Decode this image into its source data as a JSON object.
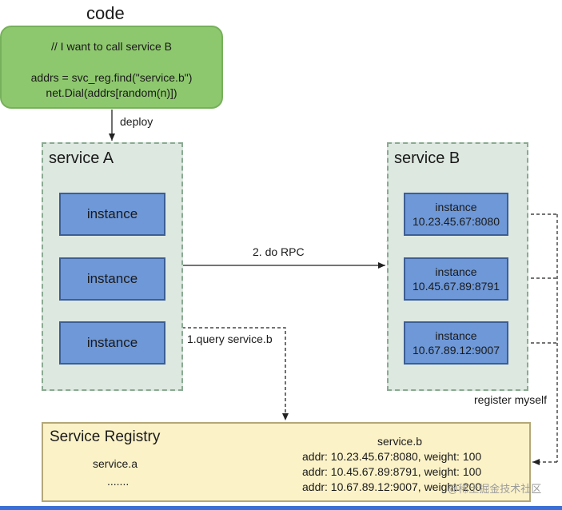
{
  "code": {
    "title": "code",
    "lines": [
      "// I want to call service B",
      "addrs = svc_reg.find(\"service.b\")",
      "net.Dial(addrs[random(n)])"
    ]
  },
  "labels": {
    "deploy": "deploy",
    "do_rpc": "2. do RPC",
    "query": "1.query service.b",
    "register": "register myself"
  },
  "service_a": {
    "title": "service A",
    "instances": [
      "instance",
      "instance",
      "instance"
    ]
  },
  "service_b": {
    "title": "service B",
    "instances": [
      {
        "label": "instance",
        "addr": "10.23.45.67:8080"
      },
      {
        "label": "instance",
        "addr": "10.45.67.89:8791"
      },
      {
        "label": "instance",
        "addr": "10.67.89.12:9007"
      }
    ]
  },
  "registry": {
    "title": "Service Registry",
    "service_a": "service.a",
    "ellipsis": ".......",
    "service_b": "service.b",
    "entries": [
      "addr: 10.23.45.67:8080, weight: 100",
      "addr: 10.45.67.89:8791, weight: 100",
      "addr: 10.67.89.12:9007, weight: 200"
    ]
  },
  "watermark": "@稀土掘金技术社区",
  "colors": {
    "code_box": "#8ec86e",
    "service_group": "#dde8e0",
    "instance": "#6e98d8",
    "registry": "#fbf2c8"
  }
}
